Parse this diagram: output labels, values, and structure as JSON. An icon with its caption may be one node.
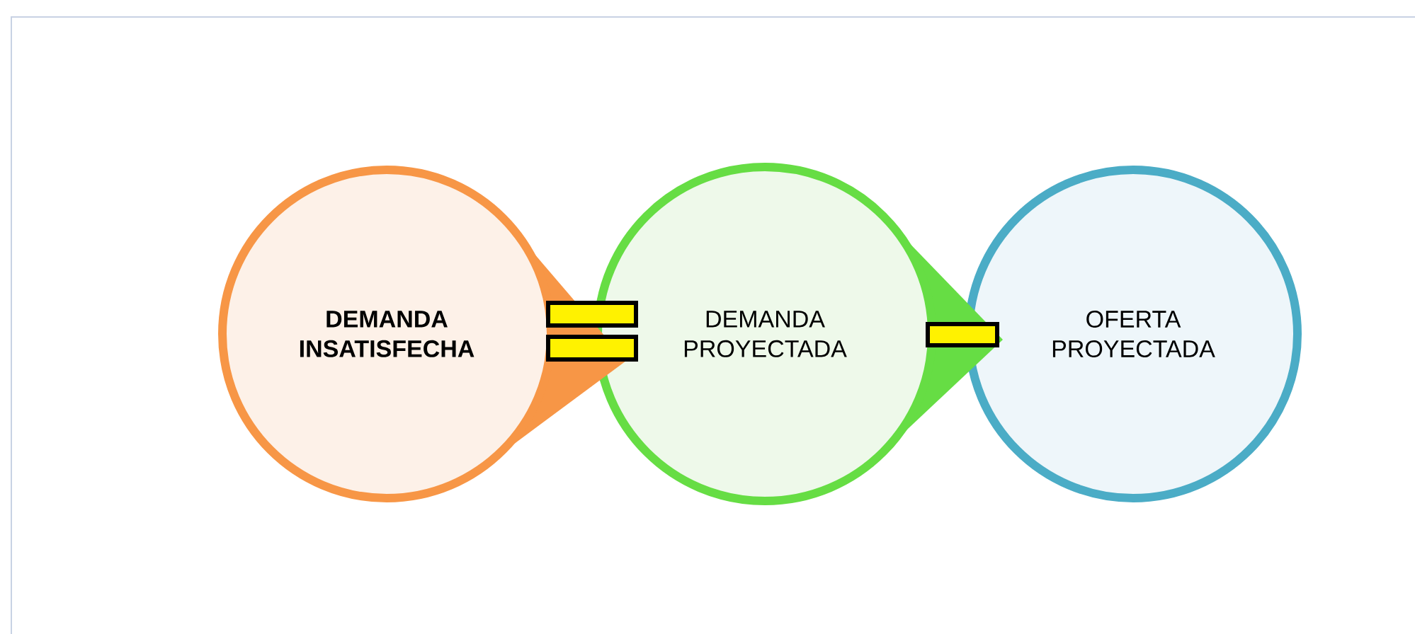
{
  "diagram": {
    "nodes": [
      {
        "text": [
          "DEMANDA INSATISFECHA"
        ]
      },
      {
        "text": [
          "DEMANDA PROYECTADA"
        ]
      },
      {
        "text": [
          "OFERTA PROYECTADA"
        ]
      }
    ]
  }
}
